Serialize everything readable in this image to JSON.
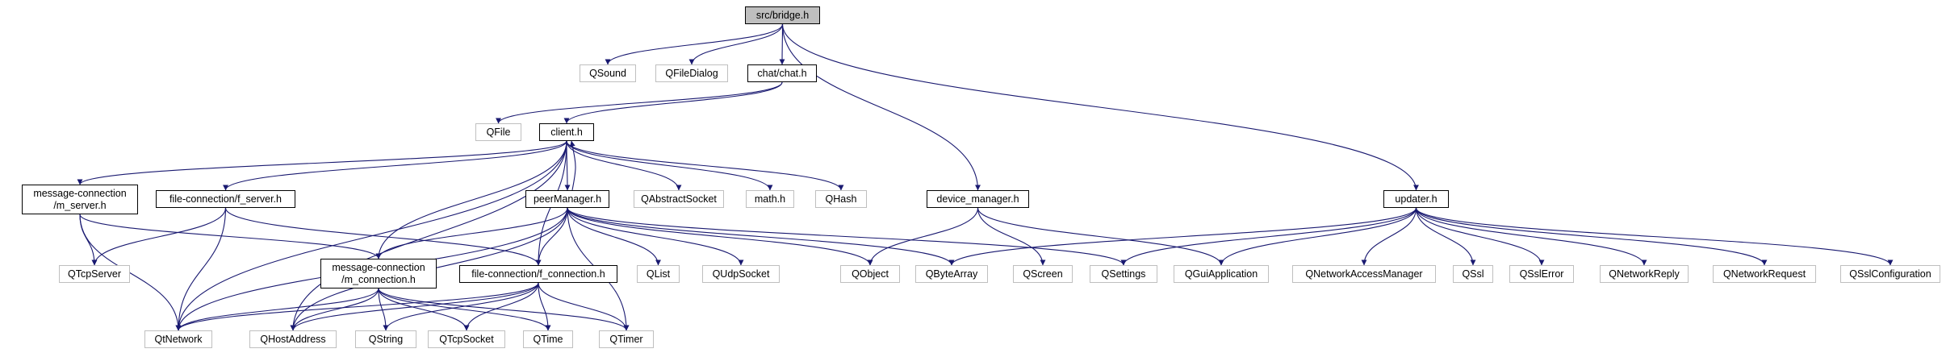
{
  "nodes": {
    "bridge": "src/bridge.h",
    "qsound": "QSound",
    "qfiledialog": "QFileDialog",
    "chat": "chat/chat.h",
    "qfile": "QFile",
    "client": "client.h",
    "mserver": "message-connection\n/m_server.h",
    "fserver": "file-connection/f_server.h",
    "peermanager": "peerManager.h",
    "qabstractsocket": "QAbstractSocket",
    "mathh": "math.h",
    "qhash": "QHash",
    "devicemanager": "device_manager.h",
    "updater": "updater.h",
    "qtcpserver": "QTcpServer",
    "mconnection": "message-connection\n/m_connection.h",
    "fconnection": "file-connection/f_connection.h",
    "qlist": "QList",
    "qudpsocket": "QUdpSocket",
    "qobject": "QObject",
    "qbytearray": "QByteArray",
    "qscreen": "QScreen",
    "qsettings": "QSettings",
    "qguiapplication": "QGuiApplication",
    "qnetworkaccessmanager": "QNetworkAccessManager",
    "qssl": "QSsl",
    "qsslerror": "QSslError",
    "qnetworkreply": "QNetworkReply",
    "qnetworkrequest": "QNetworkRequest",
    "qsslconfiguration": "QSslConfiguration",
    "qtnetwork": "QtNetwork",
    "qhostaddress": "QHostAddress",
    "qstring": "QString",
    "qtcpsocket": "QTcpSocket",
    "qtime": "QTime",
    "qtimer": "QTimer"
  },
  "edges": [
    [
      "bridge",
      "qsound"
    ],
    [
      "bridge",
      "qfiledialog"
    ],
    [
      "bridge",
      "chat"
    ],
    [
      "bridge",
      "devicemanager"
    ],
    [
      "bridge",
      "updater"
    ],
    [
      "chat",
      "qfile"
    ],
    [
      "chat",
      "client"
    ],
    [
      "client",
      "mserver"
    ],
    [
      "client",
      "fserver"
    ],
    [
      "client",
      "peermanager"
    ],
    [
      "client",
      "qabstractsocket"
    ],
    [
      "client",
      "mathh"
    ],
    [
      "client",
      "qhash"
    ],
    [
      "client",
      "qtnetwork"
    ],
    [
      "client",
      "qhostaddress"
    ],
    [
      "client",
      "mconnection"
    ],
    [
      "client",
      "fconnection"
    ],
    [
      "peermanager",
      "client"
    ],
    [
      "mserver",
      "qtcpserver"
    ],
    [
      "mserver",
      "mconnection"
    ],
    [
      "mserver",
      "qtnetwork"
    ],
    [
      "fserver",
      "qtcpserver"
    ],
    [
      "fserver",
      "fconnection"
    ],
    [
      "fserver",
      "qtnetwork"
    ],
    [
      "peermanager",
      "mconnection"
    ],
    [
      "peermanager",
      "fconnection"
    ],
    [
      "peermanager",
      "qlist"
    ],
    [
      "peermanager",
      "qudpsocket"
    ],
    [
      "peermanager",
      "qobject"
    ],
    [
      "peermanager",
      "qbytearray"
    ],
    [
      "peermanager",
      "qsettings"
    ],
    [
      "peermanager",
      "qtnetwork"
    ],
    [
      "peermanager",
      "qhostaddress"
    ],
    [
      "peermanager",
      "qtimer"
    ],
    [
      "mconnection",
      "qtnetwork"
    ],
    [
      "mconnection",
      "qhostaddress"
    ],
    [
      "mconnection",
      "qstring"
    ],
    [
      "mconnection",
      "qtcpsocket"
    ],
    [
      "mconnection",
      "qtime"
    ],
    [
      "mconnection",
      "qtimer"
    ],
    [
      "fconnection",
      "qtnetwork"
    ],
    [
      "fconnection",
      "qhostaddress"
    ],
    [
      "fconnection",
      "qstring"
    ],
    [
      "fconnection",
      "qtcpsocket"
    ],
    [
      "fconnection",
      "qtime"
    ],
    [
      "fconnection",
      "qtimer"
    ],
    [
      "devicemanager",
      "qobject"
    ],
    [
      "devicemanager",
      "qscreen"
    ],
    [
      "devicemanager",
      "qguiapplication"
    ],
    [
      "updater",
      "qbytearray"
    ],
    [
      "updater",
      "qsettings"
    ],
    [
      "updater",
      "qguiapplication"
    ],
    [
      "updater",
      "qnetworkaccessmanager"
    ],
    [
      "updater",
      "qssl"
    ],
    [
      "updater",
      "qsslerror"
    ],
    [
      "updater",
      "qnetworkreply"
    ],
    [
      "updater",
      "qnetworkrequest"
    ],
    [
      "updater",
      "qsslconfiguration"
    ]
  ],
  "colors": {
    "edge": "#191970",
    "external_border": "#bfbfbf",
    "root_fill": "#bfbfbf"
  }
}
